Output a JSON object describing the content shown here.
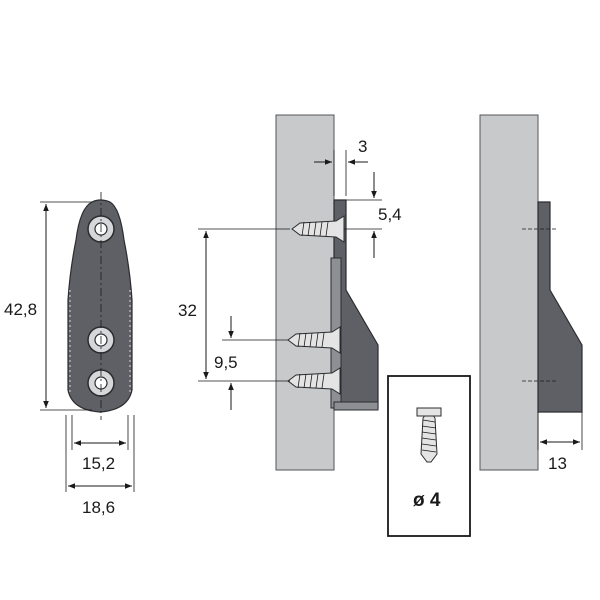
{
  "colors": {
    "panel": "#c8c9cb",
    "part": "#5e6066",
    "line": "#1a1a1a"
  },
  "dimensions": {
    "height_total": "42,8",
    "width_inner": "15,2",
    "width_outer": "18,6",
    "hole_spacing": "32",
    "lower_hole_offset": "9,5",
    "top_offset": "5,4",
    "setback": "3",
    "depth": "13"
  },
  "inset": {
    "screw_label": "ø 4"
  }
}
